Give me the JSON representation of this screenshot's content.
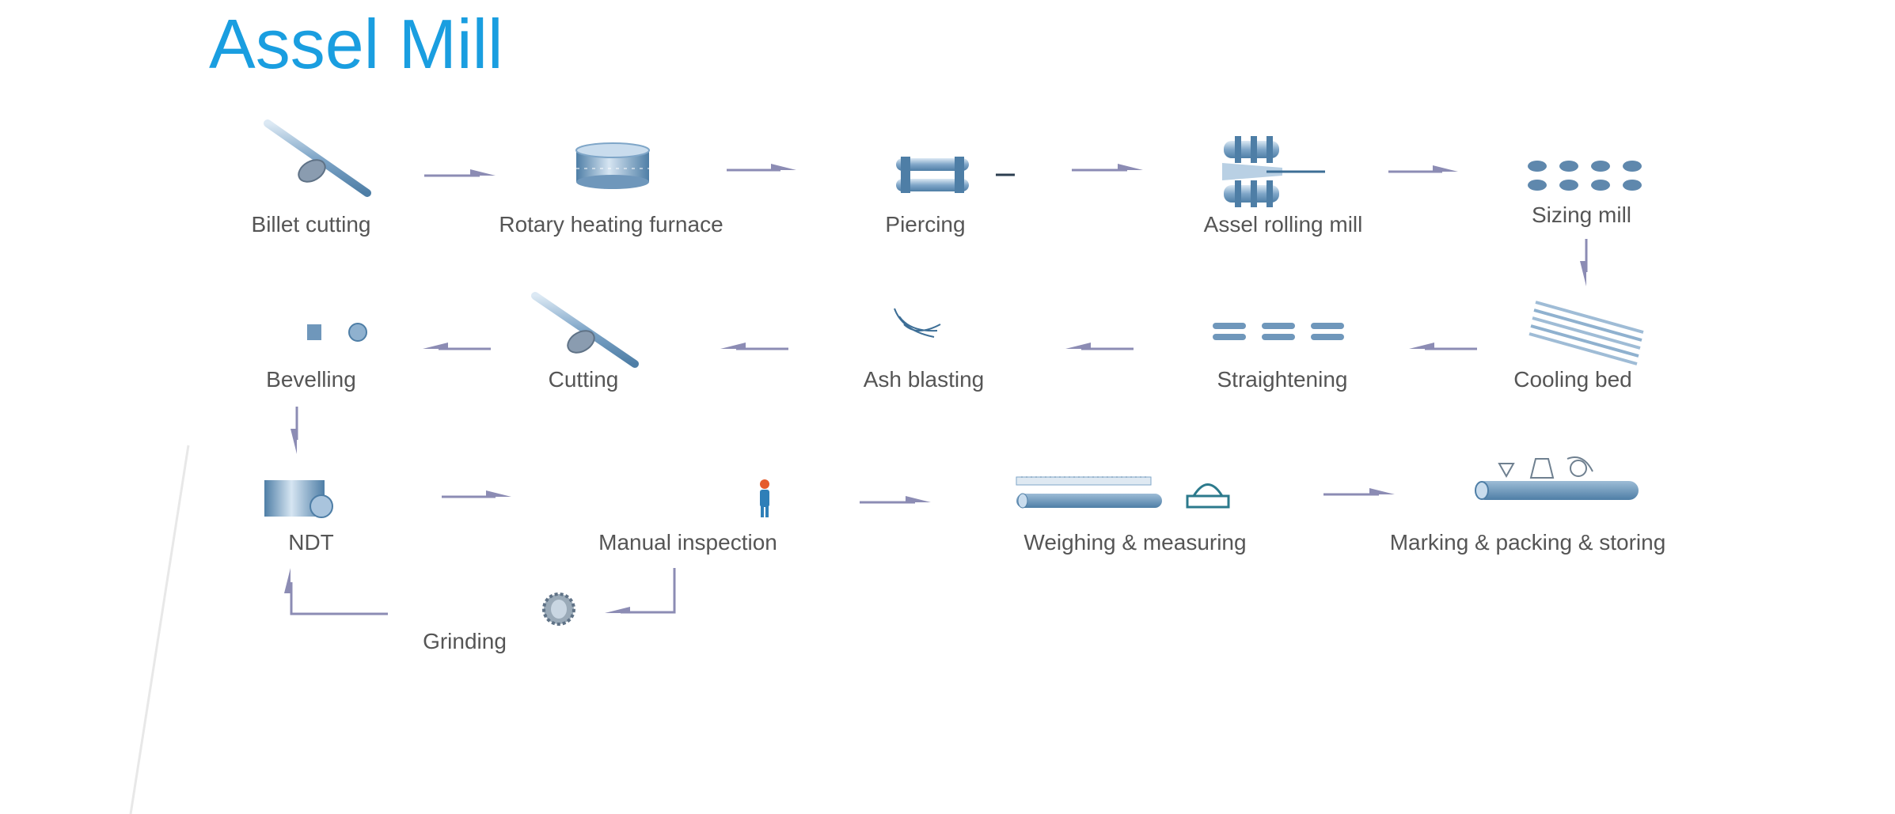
{
  "title": "Assel Mill",
  "steps": {
    "billet_cutting": "Billet cutting",
    "rotary_heating_furnace": "Rotary heating furnace",
    "piercing": "Piercing",
    "assel_rolling_mill": "Assel rolling mill",
    "sizing_mill": "Sizing mill",
    "cooling_bed": "Cooling bed",
    "straightening": "Straightening",
    "ash_blasting": "Ash blasting",
    "cutting": "Cutting",
    "bevelling": "Bevelling",
    "ndt": "NDT",
    "manual_inspection": "Manual inspection",
    "weighing_measuring": "Weighing & measuring",
    "marking_packing_storing": "Marking & packing & storing",
    "grinding": "Grinding"
  },
  "colors": {
    "title": "#1a9ee0",
    "arrow": "#8c8cb4",
    "steel": "#7fa6c8",
    "steel_dark": "#4e7ea6",
    "label": "#555555"
  },
  "icons": {
    "billet_cutting": "saw-blade-on-bar-icon",
    "rotary_heating_furnace": "ring-furnace-icon",
    "piercing": "piercing-mill-icon",
    "assel_rolling_mill": "three-roll-mill-icon",
    "sizing_mill": "sizing-stands-icon",
    "cooling_bed": "cooling-bed-icon",
    "straightening": "straightener-icon",
    "ash_blasting": "blasting-nozzle-icon",
    "cutting": "saw-blade-on-bar-icon",
    "bevelling": "bevelling-head-icon",
    "ndt": "ndt-scanner-icon",
    "manual_inspection": "inspector-icon",
    "weighing_measuring": "scale-and-ruler-icon",
    "marking_packing_storing": "marking-station-icon",
    "grinding": "grinding-wheel-icon"
  }
}
